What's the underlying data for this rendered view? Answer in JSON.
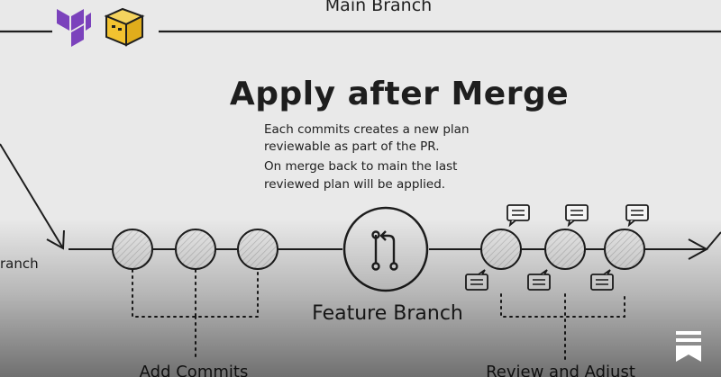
{
  "diagram": {
    "top_label": "Main Branch",
    "title": "Apply after Merge",
    "description": [
      "Each commits creates a new plan",
      "reviewable as part of the PR.",
      "On merge back to main the last",
      "reviewed plan will be applied."
    ],
    "left_branch_label": "ranch",
    "feature_label": "Feature Branch",
    "add_commits_label": "Add Commits",
    "review_label": "Review and Adjust"
  },
  "colors": {
    "background": "#e9e9e9",
    "ink": "#1e1e1e",
    "terraform": "#7b42bc",
    "box_yellow": "#f2c230"
  },
  "icons": [
    "terraform-logo-icon",
    "box-logo-icon",
    "git-pull-request-icon",
    "comment-icon",
    "bookmark-icon"
  ]
}
